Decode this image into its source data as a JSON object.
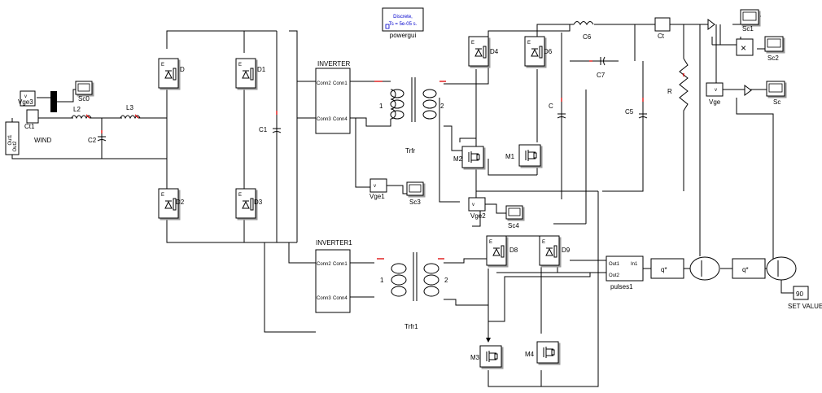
{
  "powergui": {
    "block_text": [
      "Discrete,",
      "Ts = 5e-05 s."
    ],
    "label": "powergui"
  },
  "source": {
    "ports": [
      "Out1",
      "Out2"
    ],
    "label": "WIND"
  },
  "inductors": {
    "L2": "L2",
    "L3": "L3",
    "C6": "C6"
  },
  "capacitors": {
    "C1": "C1",
    "C2": "C2",
    "C": "C",
    "C5": "C5",
    "C7": "C7"
  },
  "resistor": "R",
  "diodes": {
    "D": "D",
    "D1": "D1",
    "D2": "D2",
    "D3": "D3",
    "D4": "D4",
    "D6": "D6",
    "D8": "D8",
    "D9": "D9"
  },
  "mosfets": {
    "M1": "M1",
    "M2": "M2",
    "M3": "M3",
    "M4": "M4"
  },
  "inverters": [
    {
      "name": "INVERTER",
      "ports_left": [
        "Conn2",
        "Conn3"
      ],
      "ports_right": [
        "Conn1",
        "Conn4"
      ]
    },
    {
      "name": "INVERTER1",
      "ports_left": [
        "Conn2",
        "Conn3"
      ],
      "ports_right": [
        "Conn1",
        "Conn4"
      ]
    }
  ],
  "transformers": {
    "Trfr": {
      "label": "Trfr",
      "w1": "1",
      "w2": "2"
    },
    "Trfr1": {
      "label": "Trfr1",
      "w1": "1",
      "w2": "2"
    }
  },
  "meas": {
    "Vge3": "Vge3",
    "Ct1": "Ct1",
    "Vge1": "Vge1",
    "Vge2": "Vge2",
    "Vge": "Vge",
    "Ct": "Ct"
  },
  "scopes": {
    "Sc0": "Sc0",
    "Sc3": "Sc3",
    "Sc4": "Sc4",
    "Sc1": "Sc1",
    "Sc2": "Sc2",
    "Sc": "Sc"
  },
  "pulses": {
    "in": "In1",
    "out": [
      "Out1",
      "Out2"
    ],
    "label": "pulses1"
  },
  "blocks": {
    "q1": "q*",
    "q2": "q*",
    "setpoint_value": "90",
    "setpoint_label": "SET VALUE",
    "v_glyph": "v",
    "e_glyph": "E"
  }
}
